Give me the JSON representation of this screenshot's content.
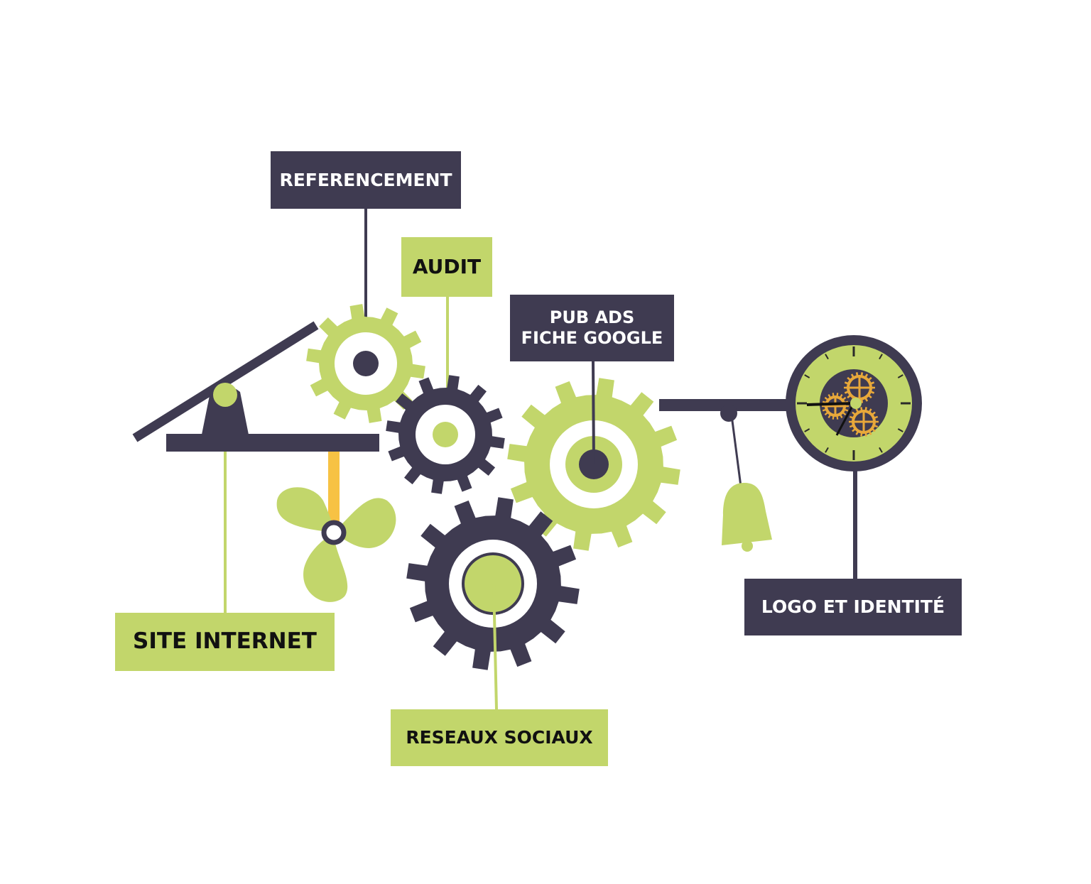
{
  "colors": {
    "dark": "#3f3b51",
    "green": "#c2d66b",
    "yellow": "#f7c244",
    "gold": "#e8a83a",
    "white": "#ffffff"
  },
  "labels": {
    "referencement": "REFERENCEMENT",
    "audit": "AUDIT",
    "pub_ads_line1": "PUB ADS",
    "pub_ads_line2": "FICHE GOOGLE",
    "site_internet": "SITE INTERNET",
    "reseaux_sociaux": "RESEAUX SOCIAUX",
    "logo_identite": "LOGO ET IDENTITÉ"
  }
}
